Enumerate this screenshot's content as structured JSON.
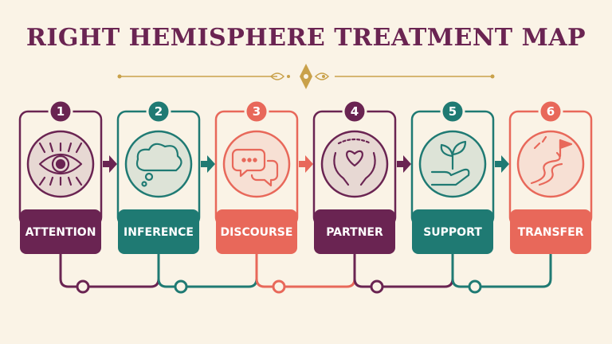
{
  "title": "RIGHT HEMISPHERE TREATMENT MAP",
  "steps": [
    {
      "number": "1",
      "label": "ATTENTION",
      "icon": "eye-icon",
      "color": "#6a2452"
    },
    {
      "number": "2",
      "label": "INFERENCE",
      "icon": "thought-cloud-icon",
      "color": "#1f7a73"
    },
    {
      "number": "3",
      "label": "DISCOURSE",
      "icon": "speech-bubbles-icon",
      "color": "#e8685a"
    },
    {
      "number": "4",
      "label": "PARTNER",
      "icon": "hands-heart-icon",
      "color": "#6a2452"
    },
    {
      "number": "5",
      "label": "SUPPORT",
      "icon": "hand-sprout-icon",
      "color": "#1f7a73"
    },
    {
      "number": "6",
      "label": "TRANSFER",
      "icon": "path-flag-icon",
      "color": "#e8685a"
    }
  ],
  "colors": {
    "gold": "#c9a14a",
    "background": "#faf3e6",
    "plum": "#6a2452",
    "teal": "#1f7a73",
    "coral": "#e8685a"
  }
}
